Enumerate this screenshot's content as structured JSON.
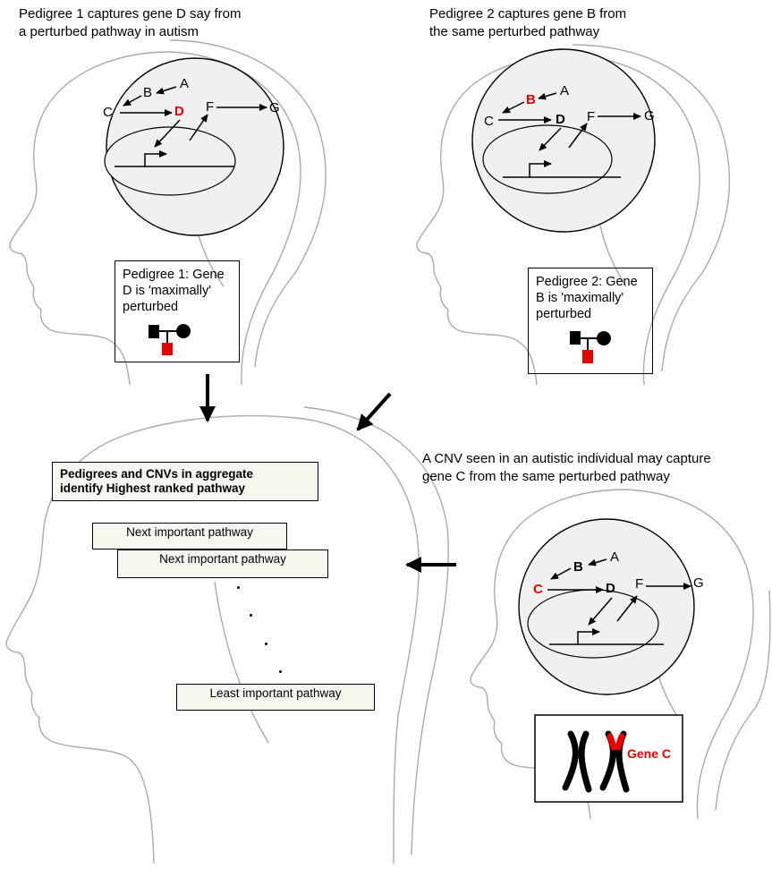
{
  "captions": {
    "top_left": "Pedigree 1 captures gene D say from\na perturbed pathway in autism",
    "top_right": "Pedigree 2 captures gene B from\nthe same perturbed pathway",
    "bottom_right": "A CNV seen in an autistic individual may capture\ngene C from the same perturbed pathway"
  },
  "pedigree_boxes": {
    "pedigree1": "Pedigree 1: Gene\nD is 'maximally'\nperturbed",
    "pedigree2": "Pedigree 2: Gene\nB is 'maximally'\nperturbed"
  },
  "genes": {
    "A": "A",
    "B": "B",
    "C": "C",
    "D": "D",
    "F": "F",
    "G": "G"
  },
  "pathway_list": {
    "aggregate": "Pedigrees and CNVs in aggregate\nidentify Highest ranked pathway",
    "next1": "Next important pathway",
    "next2": "Next important pathway",
    "least": "Least important pathway"
  },
  "cnv_label": "Gene C",
  "colors": {
    "highlight": "#e60000",
    "box_fill": "#f7f7f0",
    "outline": "#aaaaaa"
  }
}
